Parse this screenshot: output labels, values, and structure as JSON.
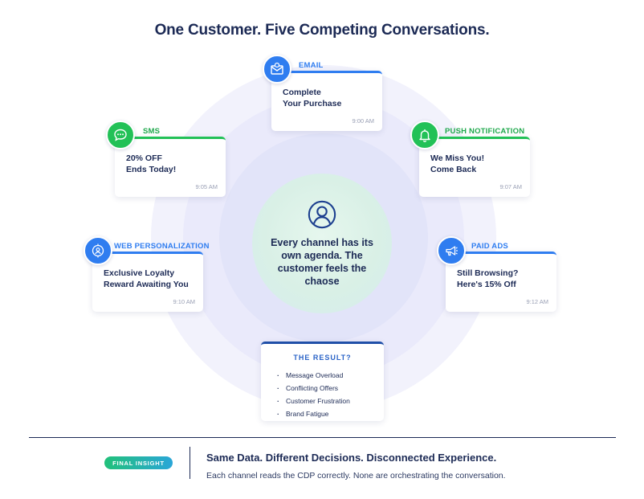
{
  "title": "One Customer. Five Competing Conversations.",
  "center": {
    "icon": "user-icon",
    "text": "Every channel has its own agenda. The customer feels the chaose"
  },
  "channels": [
    {
      "label": "EMAIL",
      "icon": "envelope-icon",
      "color": "#2f7df0",
      "message": "Complete\nYour Purchase",
      "time": "9:00 AM"
    },
    {
      "label": "SMS",
      "icon": "chat-bubble-icon",
      "color": "#22c157",
      "message": "20% OFF\nEnds Today!",
      "time": "9:05 AM"
    },
    {
      "label": "PUSH NOTIFICATION",
      "icon": "bell-icon",
      "color": "#22c157",
      "message": "We Miss You!\nCome Back",
      "time": "9:07 AM"
    },
    {
      "label": "WEB PERSONALIZATION",
      "icon": "web-user-icon",
      "color": "#2f7df0",
      "message": "Exclusive Loyalty\nReward Awaiting You",
      "time": "9:10 AM"
    },
    {
      "label": "PAID ADS",
      "icon": "megaphone-icon",
      "color": "#2f7df0",
      "message": "Still Browsing?\nHere's 15% Off",
      "time": "9:12 AM"
    }
  ],
  "result": {
    "title": "THE RESULT?",
    "items": [
      "Message Overload",
      "Conflicting Offers",
      "Customer Frustration",
      "Brand Fatigue"
    ]
  },
  "insight": {
    "badge": "FINAL INSIGHT",
    "headline": "Same Data. Different Decisions. Disconnected Experience.",
    "subtext": "Each channel reads the CDP correctly. None are orchestrating the conversation."
  }
}
